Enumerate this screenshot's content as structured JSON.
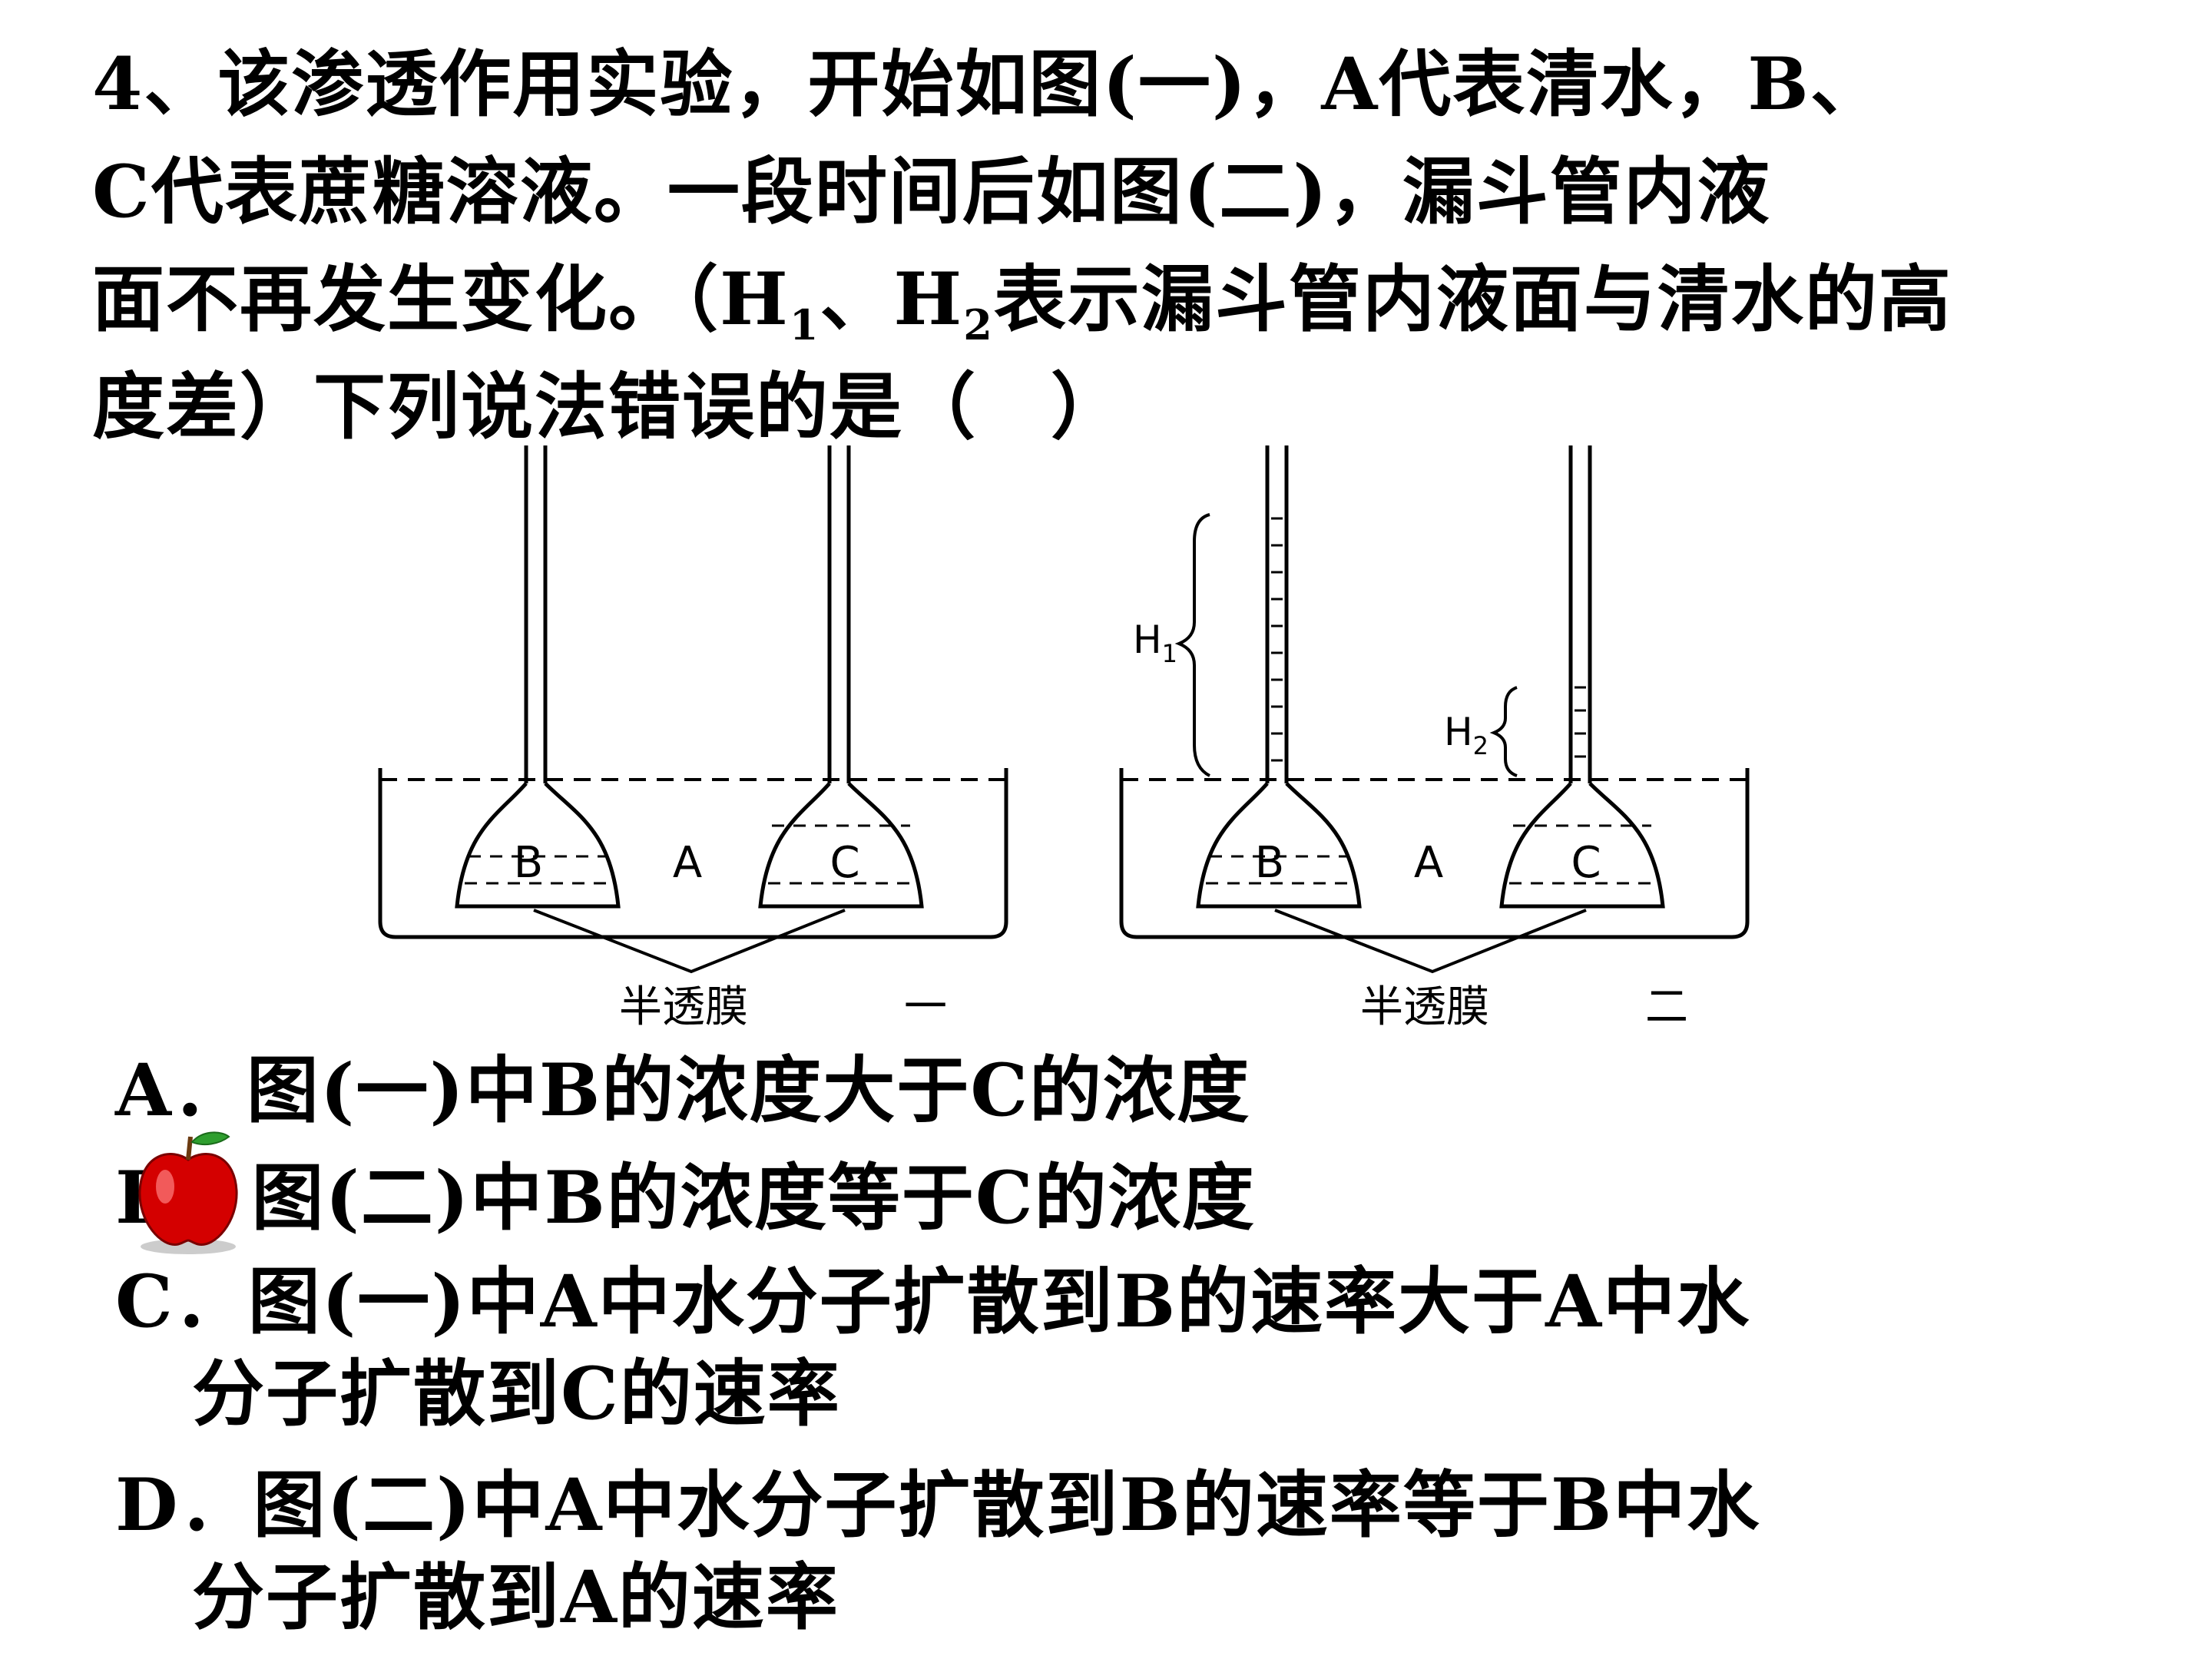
{
  "question": {
    "line1": "4、该渗透作用实验，开始如图(一)，A代表清水，B、",
    "line2": "C代表蔗糖溶液。一段时间后如图(二)，漏斗管内液",
    "line3_a": "面不再发生变化。（H",
    "line3_sub1": "1",
    "line3_b": "、H",
    "line3_sub2": "2",
    "line3_c": "表示漏斗管内液面与清水的高",
    "line4": "度差）下列说法错误的是（　）"
  },
  "diagram": {
    "fig1": {
      "label_b": "B",
      "label_a": "A",
      "label_c": "C",
      "membrane": "半透膜",
      "fig_num": "一"
    },
    "fig2": {
      "label_b": "B",
      "label_a": "A",
      "label_c": "C",
      "membrane": "半透膜",
      "fig_num": "二",
      "h1": "H",
      "h1_sub": "1",
      "h2": "H",
      "h2_sub": "2"
    }
  },
  "options": {
    "a": "A．图(一)中B的浓度大于C的浓度",
    "b": "B．图(二)中B的浓度等于C的浓度",
    "c1": "C．图(一)中A中水分子扩散到B的速率大于A中水",
    "c2": "分子扩散到C的速率",
    "d1": "D．图(二)中A中水分子扩散到B的速率等于B中水",
    "d2": "分子扩散到A的速率"
  },
  "colors": {
    "apple": "#d40000",
    "leaf": "#2e9e2e"
  }
}
